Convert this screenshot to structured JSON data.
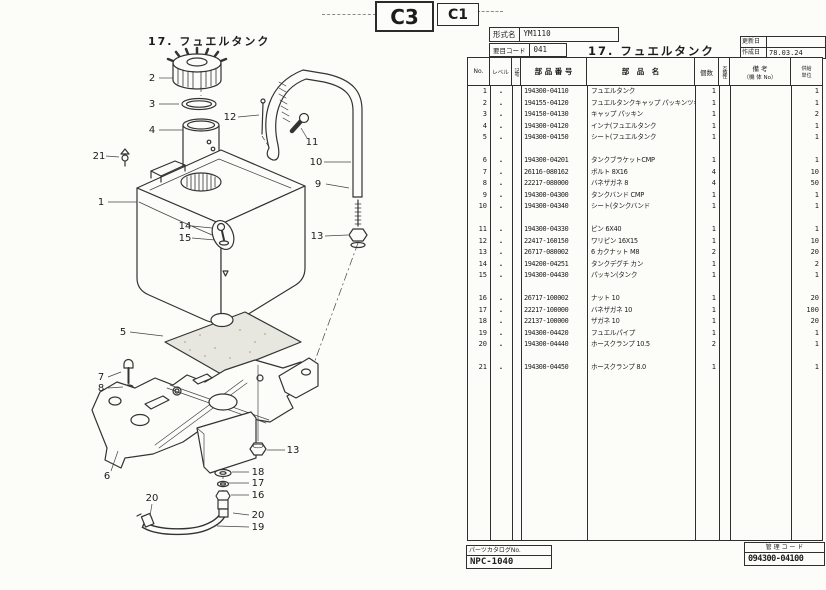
{
  "page_codes": {
    "primary": "C3",
    "secondary": "C1"
  },
  "form_header": {
    "model_label": "形式名",
    "model_value": "YM1110",
    "spec_label": "要目コード",
    "spec_value": "041",
    "updated_label": "更新日",
    "updated_value": "",
    "created_label": "作成日",
    "created_value": "78.03.24"
  },
  "diagram": {
    "title": "17. フュエルタンク",
    "callouts": [
      {
        "label": "2"
      },
      {
        "label": "3"
      },
      {
        "label": "4"
      },
      {
        "label": "12"
      },
      {
        "label": "11"
      },
      {
        "label": "21"
      },
      {
        "label": "1"
      },
      {
        "label": "10"
      },
      {
        "label": "9"
      },
      {
        "label": "13"
      },
      {
        "label": "14"
      },
      {
        "label": "15"
      },
      {
        "label": "5"
      },
      {
        "label": "7"
      },
      {
        "label": "8"
      },
      {
        "label": "6"
      },
      {
        "label": "13"
      },
      {
        "label": "18"
      },
      {
        "label": "17"
      },
      {
        "label": "16"
      },
      {
        "label": "20"
      },
      {
        "label": "20"
      },
      {
        "label": "19"
      }
    ]
  },
  "table": {
    "title": "17. フュエルタンク",
    "headers": {
      "no": "No.",
      "level": "レベル",
      "sign": "記号",
      "part_number": "部 品 番 号",
      "part_name": "部　品　名",
      "qty": "個数",
      "compat": "互換性",
      "remarks": "備  考",
      "remarks_sub": "（機 体 No）",
      "unit_line1": "供給",
      "unit_line2": "単位"
    },
    "group_breaks": [
      5,
      10,
      15,
      20
    ],
    "rows": [
      {
        "no": "1",
        "level": ".",
        "part_number": "194300-04110",
        "part_name": "フュエルタンク",
        "qty": "1",
        "unit": "1"
      },
      {
        "no": "2",
        "level": ".",
        "part_number": "194155-04120",
        "part_name": "フュエルタンクキャップ パッキンツキ",
        "qty": "1",
        "unit": "1"
      },
      {
        "no": "3",
        "level": ".",
        "part_number": "194150-04130",
        "part_name": "キャップ パッキン",
        "qty": "1",
        "unit": "2"
      },
      {
        "no": "4",
        "level": ".",
        "part_number": "194300-04120",
        "part_name": "インナ(フュエルタンク",
        "qty": "1",
        "unit": "1"
      },
      {
        "no": "5",
        "level": ".",
        "part_number": "194300-04150",
        "part_name": "シート(フュエルタンク",
        "qty": "1",
        "unit": "1"
      },
      {
        "no": "6",
        "level": ".",
        "part_number": "194300-04201",
        "part_name": "タンクブラケットCMP",
        "qty": "1",
        "unit": "1"
      },
      {
        "no": "7",
        "level": ".",
        "part_number": "26116-080162",
        "part_name": "ボルト 8X16",
        "qty": "4",
        "unit": "10"
      },
      {
        "no": "8",
        "level": ".",
        "part_number": "22217-080000",
        "part_name": "バネザガネ 8",
        "qty": "4",
        "unit": "50"
      },
      {
        "no": "9",
        "level": ".",
        "part_number": "194300-04300",
        "part_name": "タンクバンド CMP",
        "qty": "1",
        "unit": "1"
      },
      {
        "no": "10",
        "level": ".",
        "part_number": "194300-04340",
        "part_name": "シート(タンクバンド",
        "qty": "1",
        "unit": "1"
      },
      {
        "no": "11",
        "level": ".",
        "part_number": "194300-04330",
        "part_name": "ピン 6X40",
        "qty": "1",
        "unit": "1"
      },
      {
        "no": "12",
        "level": ".",
        "part_number": "22417-160150",
        "part_name": "ワリピン 16X15",
        "qty": "1",
        "unit": "10"
      },
      {
        "no": "13",
        "level": ".",
        "part_number": "26717-080002",
        "part_name": "6 カクナット M8",
        "qty": "2",
        "unit": "20"
      },
      {
        "no": "14",
        "level": ".",
        "part_number": "194200-04251",
        "part_name": "タンクデグチ カン",
        "qty": "1",
        "unit": "2"
      },
      {
        "no": "15",
        "level": ".",
        "part_number": "194300-04430",
        "part_name": "パッキン(タンク",
        "qty": "1",
        "unit": "1"
      },
      {
        "no": "16",
        "level": ".",
        "part_number": "26717-100002",
        "part_name": "ナット 10",
        "qty": "1",
        "unit": "20"
      },
      {
        "no": "17",
        "level": ".",
        "part_number": "22217-100000",
        "part_name": "バネザガネ 10",
        "qty": "1",
        "unit": "100"
      },
      {
        "no": "18",
        "level": ".",
        "part_number": "22137-100000",
        "part_name": "ザガネ 10",
        "qty": "1",
        "unit": "20"
      },
      {
        "no": "19",
        "level": ".",
        "part_number": "194300-04420",
        "part_name": "フュエルパイプ",
        "qty": "1",
        "unit": "1"
      },
      {
        "no": "20",
        "level": ".",
        "part_number": "194300-04440",
        "part_name": "ホースクランプ 10.5",
        "qty": "2",
        "unit": "1"
      },
      {
        "no": "21",
        "level": ".",
        "part_number": "194300-04450",
        "part_name": "ホースクランプ 8.0",
        "qty": "1",
        "unit": "1"
      }
    ]
  },
  "footer": {
    "catalog_label": "パーツカタログNo.",
    "catalog_value": "NPC-1040",
    "control_label": "管 理 コ ー ド",
    "control_value": "094300-04100"
  }
}
